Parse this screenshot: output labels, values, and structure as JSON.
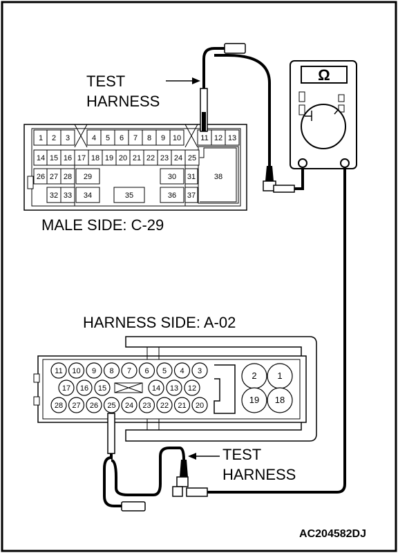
{
  "labels": {
    "test_harness_top": [
      "TEST",
      "HARNESS"
    ],
    "test_harness_bottom": [
      "TEST",
      "HARNESS"
    ],
    "male_side": "MALE SIDE: C-29",
    "harness_side": "HARNESS SIDE: A-02",
    "figure_code": "AC204582DJ"
  },
  "meter": {
    "symbol": "Ω"
  },
  "connector_c29": {
    "row1": [
      "1",
      "2",
      "3",
      "4",
      "5",
      "6",
      "7",
      "8",
      "9",
      "10",
      "11",
      "12",
      "13"
    ],
    "row2": [
      "14",
      "15",
      "16",
      "17",
      "18",
      "19",
      "20",
      "21",
      "22",
      "23",
      "24",
      "25"
    ],
    "row3": [
      "26",
      "27",
      "28",
      "29",
      "30",
      "31",
      "38"
    ],
    "row4": [
      "32",
      "33",
      "34",
      "35",
      "36",
      "37"
    ]
  },
  "connector_a02": {
    "row1": [
      "11",
      "10",
      "9",
      "8",
      "7",
      "6",
      "5",
      "4",
      "3"
    ],
    "row2": [
      "17",
      "16",
      "15",
      "14",
      "13",
      "12"
    ],
    "row3": [
      "28",
      "27",
      "26",
      "25",
      "24",
      "23",
      "22",
      "21",
      "20"
    ],
    "large": [
      "2",
      "1",
      "19",
      "18"
    ]
  }
}
